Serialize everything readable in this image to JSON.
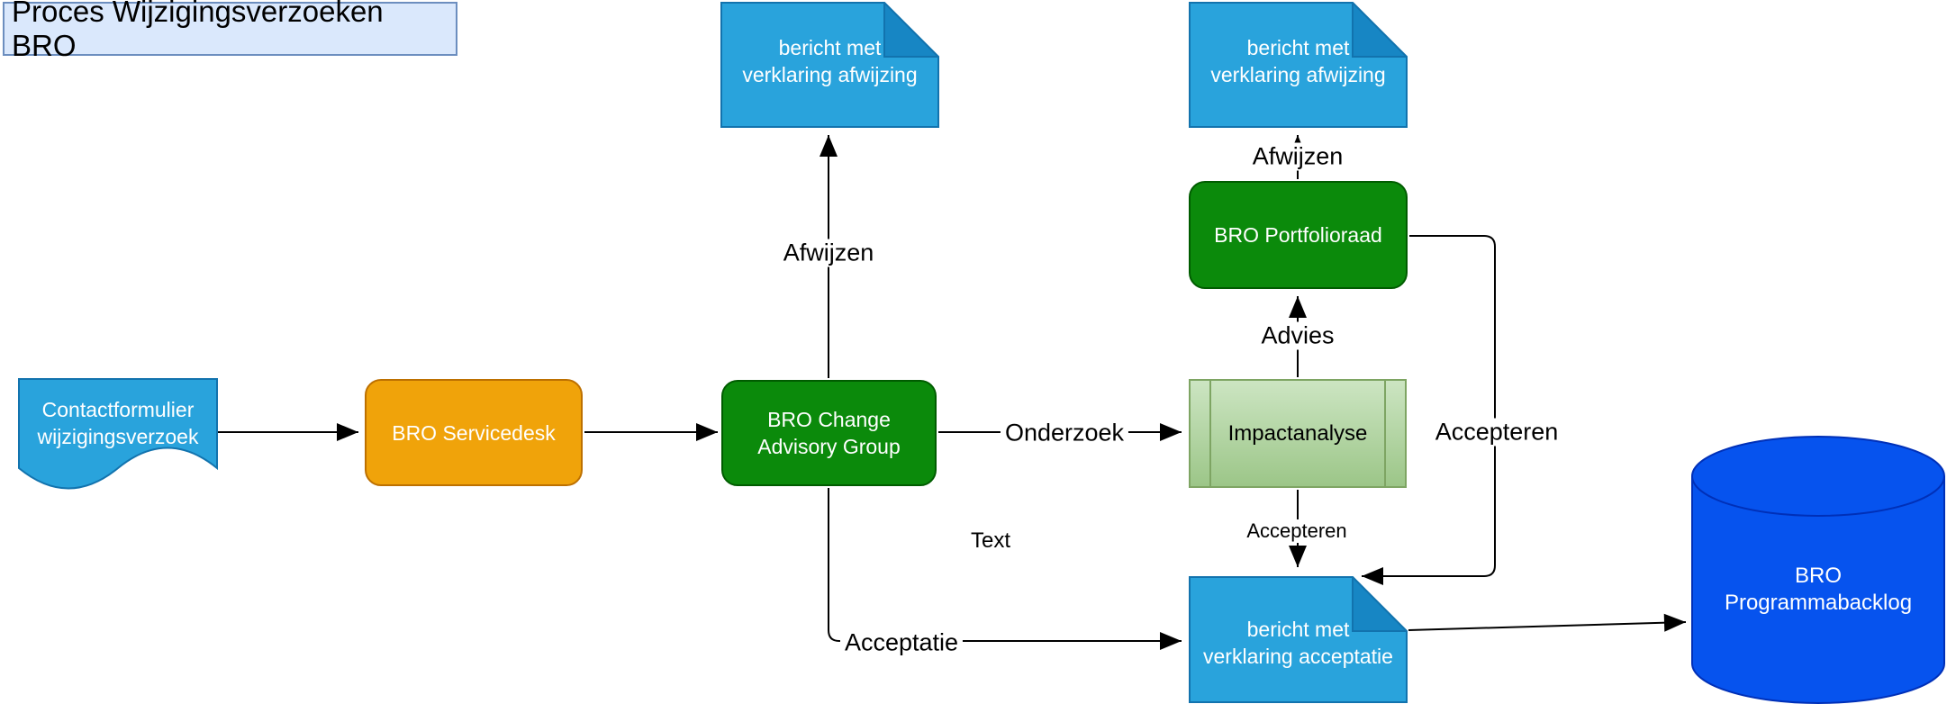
{
  "diagram": {
    "title": "Proces Wijzigingsverzoeken BRO",
    "nodes": {
      "contactformulier": {
        "type": "document",
        "lines": [
          "Contactformulier",
          "wijzigingsverzoek"
        ]
      },
      "servicedesk": {
        "type": "rounded-rect",
        "label": "BRO Servicedesk"
      },
      "change_advisory_group": {
        "type": "rounded-rect",
        "lines": [
          "BRO Change",
          "Advisory Group"
        ]
      },
      "note_afwijzing_links": {
        "type": "note",
        "lines": [
          "bericht met",
          "verklaring afwijzing"
        ]
      },
      "note_afwijzing_rechts": {
        "type": "note",
        "lines": [
          "bericht met",
          "verklaring afwijzing"
        ]
      },
      "portfolioraad": {
        "type": "rounded-rect",
        "label": "BRO Portfolioraad"
      },
      "impactanalyse": {
        "type": "predefined-process",
        "label": "Impactanalyse"
      },
      "note_acceptatie": {
        "type": "note",
        "lines": [
          "bericht met",
          "verklaring acceptatie"
        ]
      },
      "programmabacklog": {
        "type": "cylinder",
        "lines": [
          "BRO",
          "Programmabacklog"
        ]
      }
    },
    "edge_labels": {
      "afwijzen_cag": "Afwijzen",
      "onderzoek": "Onderzoek",
      "advies": "Advies",
      "afwijzen_portfolio": "Afwijzen",
      "accepteren_rechts": "Accepteren",
      "accepteren_omlaag": "Accepteren",
      "acceptatie": "Acceptatie",
      "text": "Text"
    },
    "colors": {
      "note_fill": "#29A3DC",
      "note_stroke": "#1273AE",
      "note_fold": "#1786C4",
      "orange_fill": "#F0A30A",
      "orange_stroke": "#BD7000",
      "green_fill": "#0B8A0B",
      "green_stroke": "#005C00",
      "process_fill_top": "#CCE5C2",
      "process_fill_bottom": "#9CC688",
      "process_stroke": "#7EA563",
      "cylinder_fill": "#0653EE",
      "cylinder_stroke": "#0030B8",
      "title_fill": "#DAE8FC",
      "title_stroke": "#6C8EBF",
      "edge_color": "#000000"
    }
  }
}
